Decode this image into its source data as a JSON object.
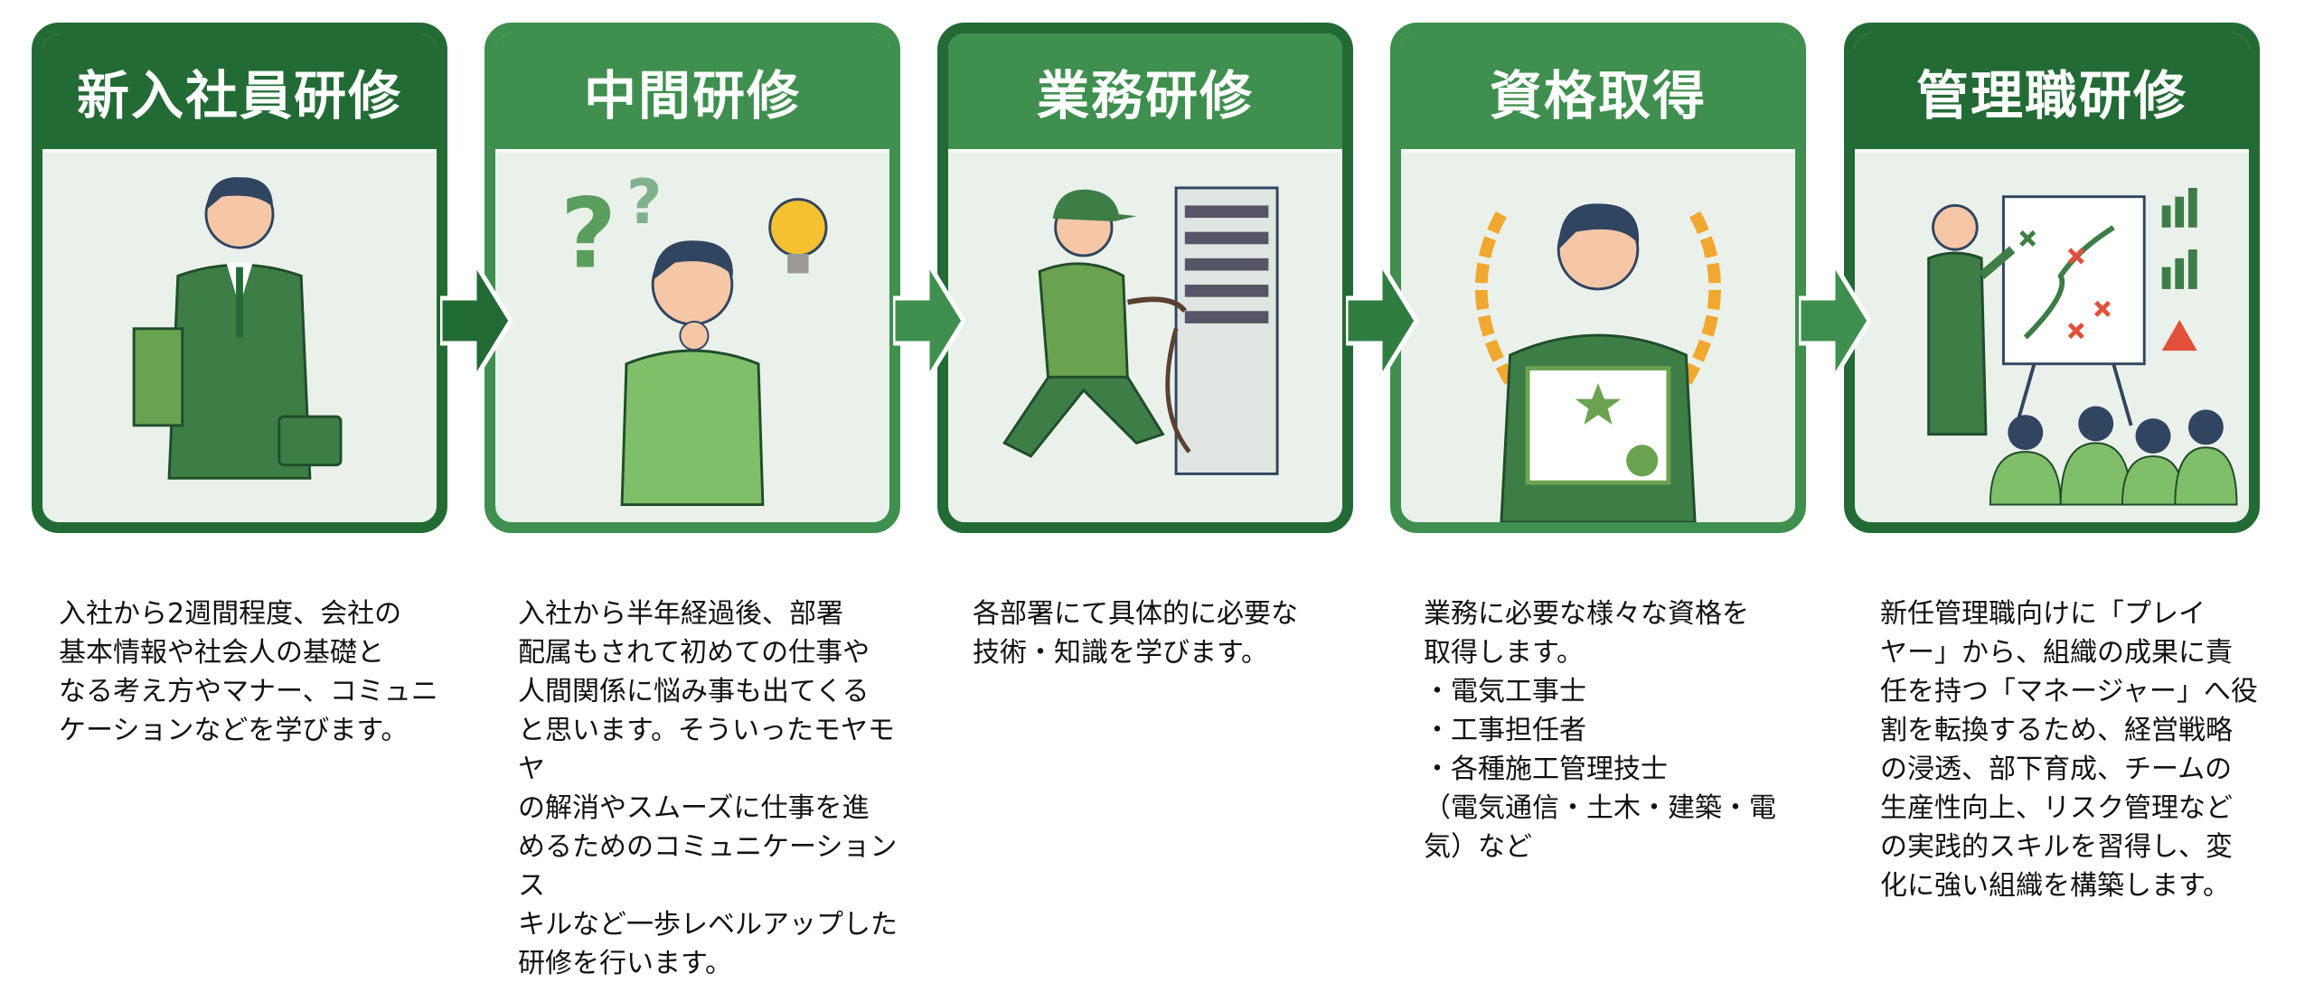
{
  "colors": {
    "dark": "#236b35",
    "light": "#3f8f4e",
    "panel": "#eaf1ea",
    "suit": "#3d7d46",
    "skin": "#f6c7a6",
    "hair": "#2f4560",
    "gold": "#f0a830",
    "alert": "#e0503a"
  },
  "stages": [
    {
      "title": "新入社員研修",
      "icon": "new-employee-with-books-and-briefcase",
      "description": "入社から2週間程度、会社の\n基本情報や社会人の基礎と\nなる考え方やマナー、コミュニ\nケーションなどを学びます。"
    },
    {
      "title": "中間研修",
      "icon": "thinking-person-question-lightbulb",
      "description": "入社から半年経過後、部署\n配属もされて初めての仕事や\n人間関係に悩み事も出てくる\nと思います。そういったモヤモヤ\nの解消やスムーズに仕事を進\nめるためのコミュニケーションス\nキルなど一歩レベルアップした\n研修を行います。"
    },
    {
      "title": "業務研修",
      "icon": "technician-server-rack",
      "description": "各部署にて具体的に必要な\n技術・知識を学びます。"
    },
    {
      "title": "資格取得",
      "icon": "certificate-laurel",
      "description": "業務に必要な様々な資格を\n取得します。\n・電気工事士\n・工事担任者\n・各種施工管理技士\n（電気通信・土木・建築・電\n気）など"
    },
    {
      "title": "管理職研修",
      "icon": "manager-presentation",
      "description": "新任管理職向けに「プレイ\nヤー」から、組織の成果に責\n任を持つ「マネージャー」へ役\n割を転換するため、経営戦略\nの浸透、部下育成、チームの\n生産性向上、リスク管理など\nの実践的スキルを習得し、変\n化に強い組織を構築します。"
    }
  ]
}
